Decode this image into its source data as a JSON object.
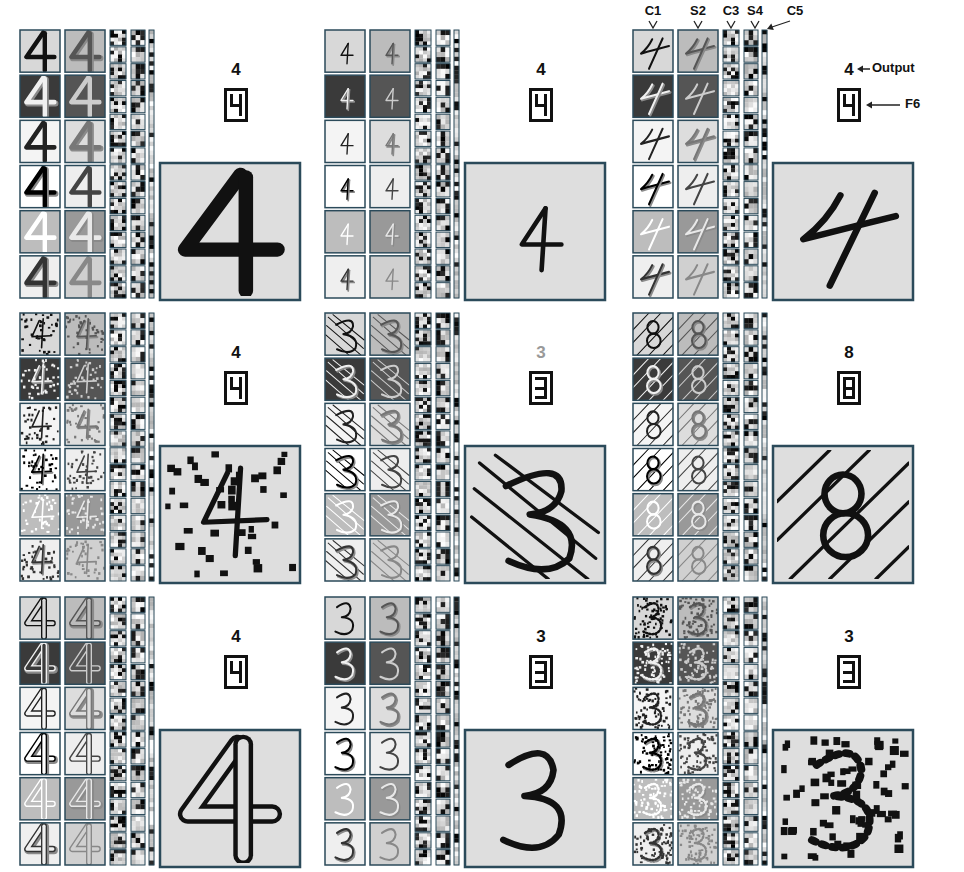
{
  "diagram": {
    "labels": [
      "C1",
      "S2",
      "C3",
      "S4",
      "C5",
      "4",
      "4",
      "4",
      "Output",
      "F6",
      "4",
      "3",
      "8",
      "4",
      "3",
      "3"
    ]
  }
}
